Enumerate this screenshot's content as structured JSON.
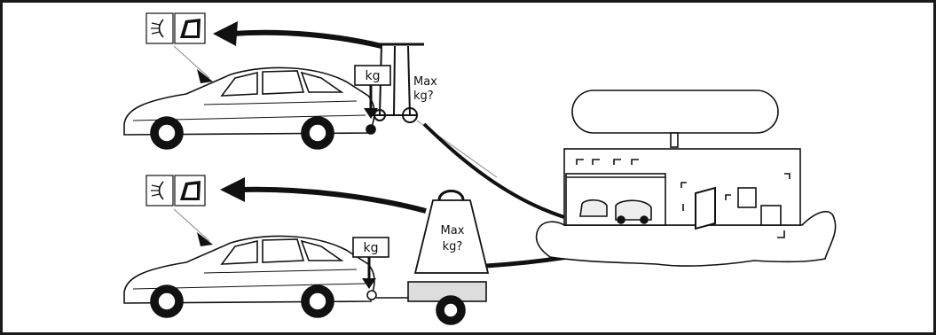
{
  "labels": {
    "kg_top": "kg",
    "max_top_line1": "Max",
    "max_top_line2": "kg?",
    "kg_bottom": "kg",
    "max_weight_line1": "Max",
    "max_weight_line2": "kg?"
  },
  "icons": [
    "headlight-icon",
    "mirror-icon",
    "headlight-icon",
    "mirror-icon"
  ]
}
